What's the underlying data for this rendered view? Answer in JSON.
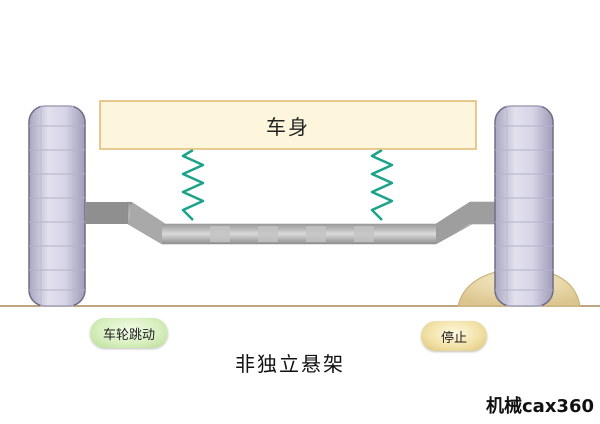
{
  "diagram": {
    "body_label": "车身",
    "caption": "非独立悬架"
  },
  "controls": {
    "bounce_label": "车轮跳动",
    "stop_label": "停止"
  },
  "watermark": "机械cax360",
  "colors": {
    "body_fill": "#fdf5dc",
    "body_border": "#e0b870",
    "spring": "#1aa38a",
    "axle": "#b7b7b7",
    "wheel": "#cfcde0",
    "ground": "#e7d7a6",
    "ground_line": "#a8865a"
  }
}
